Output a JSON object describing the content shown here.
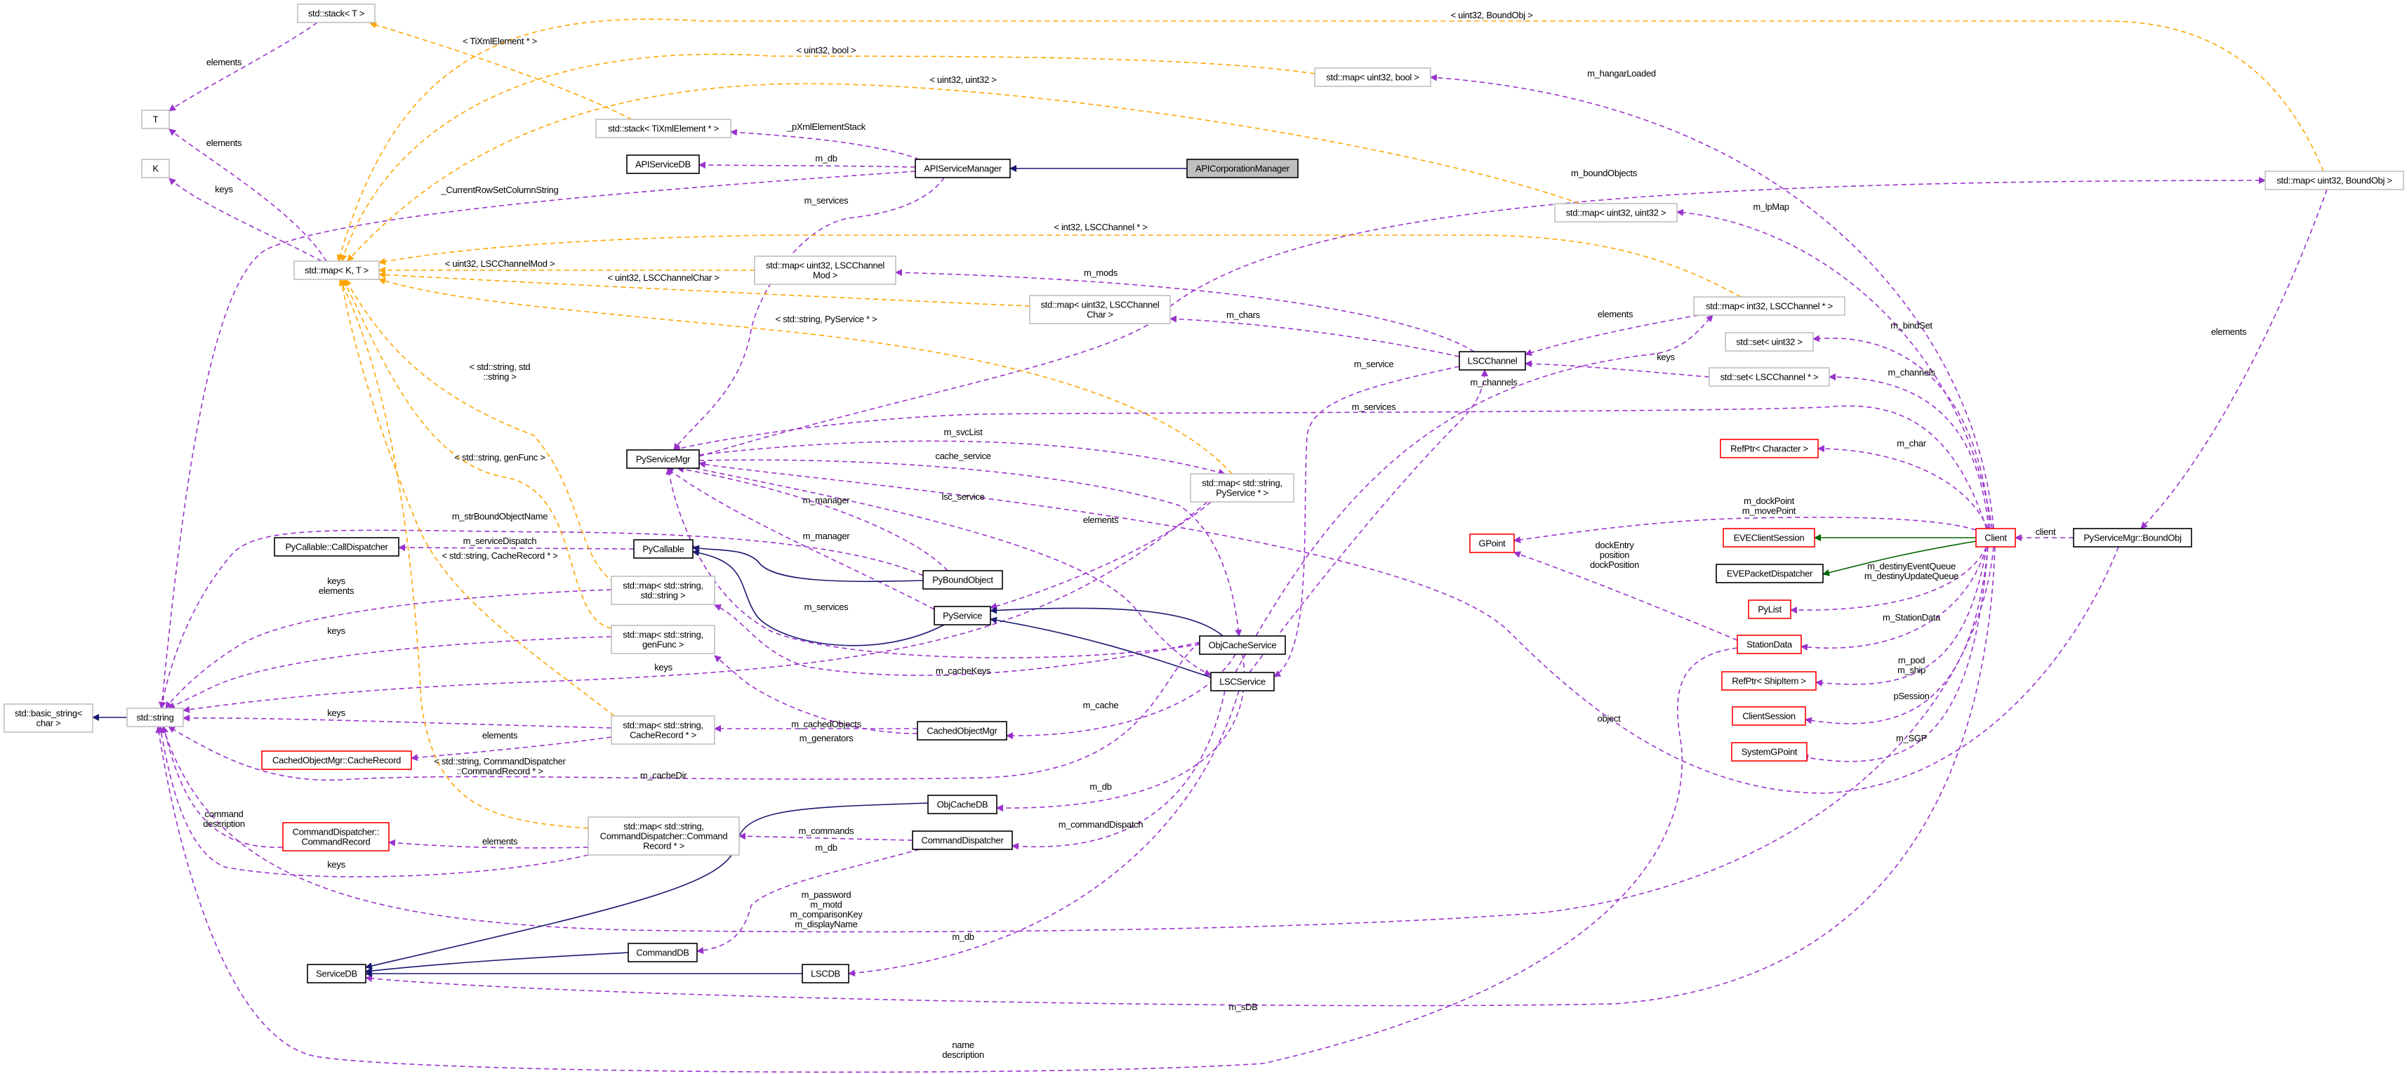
{
  "colors": {
    "usage": "#9a32cd",
    "template": "#ffa500",
    "inherit": "#191970",
    "inherit_green": "#006400",
    "red_border": "#ff0000",
    "template_border": "#bfbfbf",
    "selected_fill": "#bfbfbf"
  },
  "nodes": [
    {
      "id": "stackT",
      "lines": [
        "std::stack< T >"
      ],
      "kind": "template"
    },
    {
      "id": "T",
      "lines": [
        "T"
      ],
      "kind": "template"
    },
    {
      "id": "K",
      "lines": [
        "K"
      ],
      "kind": "template"
    },
    {
      "id": "stackTiXml",
      "lines": [
        "std::stack< TiXmlElement * >"
      ],
      "kind": "template"
    },
    {
      "id": "APIServiceDB",
      "lines": [
        "APIServiceDB"
      ],
      "kind": "normal"
    },
    {
      "id": "mapKT",
      "lines": [
        "std::map< K, T >"
      ],
      "kind": "template"
    },
    {
      "id": "PyServiceMgr",
      "lines": [
        "PyServiceMgr"
      ],
      "kind": "normal"
    },
    {
      "id": "APIServiceManager",
      "lines": [
        "APIServiceManager"
      ],
      "kind": "normal"
    },
    {
      "id": "APICorp",
      "lines": [
        "APICorporationManager"
      ],
      "kind": "selected"
    },
    {
      "id": "mapU32bool",
      "lines": [
        "std::map< uint32, bool >"
      ],
      "kind": "template"
    },
    {
      "id": "mapMod",
      "lines": [
        "std::map< uint32, LSCChannel",
        "Mod >"
      ],
      "kind": "template"
    },
    {
      "id": "mapChar",
      "lines": [
        "std::map< uint32, LSCChannel",
        "Char >"
      ],
      "kind": "template"
    },
    {
      "id": "mapU32U32",
      "lines": [
        "std::map< uint32, uint32 >"
      ],
      "kind": "template"
    },
    {
      "id": "mapBoundObj",
      "lines": [
        "std::map< uint32, BoundObj >"
      ],
      "kind": "template"
    },
    {
      "id": "mapInt32LSC",
      "lines": [
        "std::map< int32, LSCChannel * >"
      ],
      "kind": "template"
    },
    {
      "id": "setU32",
      "lines": [
        "std::set< uint32 >"
      ],
      "kind": "template"
    },
    {
      "id": "setLSC",
      "lines": [
        "std::set< LSCChannel * >"
      ],
      "kind": "template"
    },
    {
      "id": "LSCChannel",
      "lines": [
        "LSCChannel"
      ],
      "kind": "normal"
    },
    {
      "id": "mapPySvc",
      "lines": [
        "std::map< std::string,",
        "PyService * >"
      ],
      "kind": "template"
    },
    {
      "id": "RefPtrChar",
      "lines": [
        "RefPtr< Character >"
      ],
      "kind": "red"
    },
    {
      "id": "Client",
      "lines": [
        "Client"
      ],
      "kind": "red"
    },
    {
      "id": "BoundObj",
      "lines": [
        "PyServiceMgr::BoundObj"
      ],
      "kind": "normal"
    },
    {
      "id": "EVEClientSession",
      "lines": [
        "EVEClientSession"
      ],
      "kind": "red"
    },
    {
      "id": "EVEPacketDispatcher",
      "lines": [
        "EVEPacketDispatcher"
      ],
      "kind": "normal"
    },
    {
      "id": "PyList",
      "lines": [
        "PyList"
      ],
      "kind": "red"
    },
    {
      "id": "StationData",
      "lines": [
        "StationData"
      ],
      "kind": "red"
    },
    {
      "id": "ShipItem",
      "lines": [
        "RefPtr< ShipItem >"
      ],
      "kind": "red"
    },
    {
      "id": "ClientSession",
      "lines": [
        "ClientSession"
      ],
      "kind": "red"
    },
    {
      "id": "SystemGPoint",
      "lines": [
        "SystemGPoint"
      ],
      "kind": "red"
    },
    {
      "id": "GPoint",
      "lines": [
        "GPoint"
      ],
      "kind": "red"
    },
    {
      "id": "PyBoundObject",
      "lines": [
        "PyBoundObject"
      ],
      "kind": "normal"
    },
    {
      "id": "PyService",
      "lines": [
        "PyService"
      ],
      "kind": "normal"
    },
    {
      "id": "ObjCacheService",
      "lines": [
        "ObjCacheService"
      ],
      "kind": "normal"
    },
    {
      "id": "LSCService",
      "lines": [
        "LSCService"
      ],
      "kind": "normal"
    },
    {
      "id": "CachedObjectMgr",
      "lines": [
        "CachedObjectMgr"
      ],
      "kind": "normal"
    },
    {
      "id": "ObjCacheDB",
      "lines": [
        "ObjCacheDB"
      ],
      "kind": "normal"
    },
    {
      "id": "CommandDispatcher",
      "lines": [
        "CommandDispatcher"
      ],
      "kind": "normal"
    },
    {
      "id": "LSCDB",
      "lines": [
        "LSCDB"
      ],
      "kind": "normal"
    },
    {
      "id": "CallDispatcher",
      "lines": [
        "PyCallable::CallDispatcher"
      ],
      "kind": "normal"
    },
    {
      "id": "PyCallable",
      "lines": [
        "PyCallable"
      ],
      "kind": "normal"
    },
    {
      "id": "mapSS",
      "lines": [
        "std::map< std::string,",
        "std::string >"
      ],
      "kind": "template"
    },
    {
      "id": "mapGenFunc",
      "lines": [
        "std::map< std::string,",
        "genFunc >"
      ],
      "kind": "template"
    },
    {
      "id": "basicString",
      "lines": [
        "std::basic_string<",
        "char >"
      ],
      "kind": "template"
    },
    {
      "id": "stdString",
      "lines": [
        "std::string"
      ],
      "kind": "template"
    },
    {
      "id": "mapCacheRec",
      "lines": [
        "std::map< std::string,",
        "CacheRecord * >"
      ],
      "kind": "template"
    },
    {
      "id": "CacheRecord",
      "lines": [
        "CachedObjectMgr::CacheRecord"
      ],
      "kind": "red"
    },
    {
      "id": "CommandRecord",
      "lines": [
        "CommandDispatcher::",
        "CommandRecord"
      ],
      "kind": "red"
    },
    {
      "id": "mapCmdRec",
      "lines": [
        "std::map< std::string,",
        "CommandDispatcher::Command",
        "Record * >"
      ],
      "kind": "template"
    },
    {
      "id": "CommandDB",
      "lines": [
        "CommandDB"
      ],
      "kind": "normal"
    },
    {
      "id": "ServiceDB",
      "lines": [
        "ServiceDB"
      ],
      "kind": "normal"
    }
  ],
  "edges": [
    {
      "id": "e1",
      "from": "stackT",
      "to": "T",
      "kind": "usage",
      "label": [
        "elements"
      ]
    },
    {
      "id": "e2",
      "from": "mapKT",
      "to": "T",
      "kind": "usage",
      "label": [
        "elements"
      ]
    },
    {
      "id": "e3",
      "from": "mapKT",
      "to": "K",
      "kind": "usage",
      "label": [
        "keys"
      ]
    },
    {
      "id": "e4",
      "from": "APIServiceManager",
      "to": "stackTiXml",
      "kind": "usage",
      "label": [
        "_pXmlElementStack"
      ]
    },
    {
      "id": "e5",
      "from": "APIServiceManager",
      "to": "APIServiceDB",
      "kind": "usage",
      "label": [
        "m_db"
      ]
    },
    {
      "id": "e6",
      "from": "APIServiceManager",
      "to": "stdString",
      "kind": "usage",
      "label": [
        "_CurrentRowSetColumnString"
      ]
    },
    {
      "id": "e7",
      "from": "APIServiceManager",
      "to": "PyServiceMgr",
      "kind": "usage",
      "label": [
        "m_services"
      ]
    },
    {
      "id": "e8",
      "from": "Client",
      "to": "mapU32bool",
      "kind": "usage",
      "label": [
        "m_hangarLoaded"
      ]
    },
    {
      "id": "e9",
      "from": "PyServiceMgr",
      "to": "mapBoundObj",
      "kind": "usage",
      "label": [
        "m_boundObjects"
      ]
    },
    {
      "id": "e10",
      "from": "Client",
      "to": "mapU32U32",
      "kind": "usage",
      "label": [
        "m_lpMap"
      ]
    },
    {
      "id": "e11",
      "from": "mapInt32LSC",
      "to": "LSCChannel",
      "kind": "usage",
      "label": [
        "elements"
      ]
    },
    {
      "id": "e12",
      "from": "LSCService",
      "to": "mapInt32LSC",
      "kind": "usage",
      "label": [
        "keys"
      ]
    },
    {
      "id": "e13",
      "from": "setLSC",
      "to": "LSCChannel",
      "kind": "usage",
      "label": []
    },
    {
      "id": "e14",
      "from": "Client",
      "to": "setU32",
      "kind": "usage",
      "label": [
        "m_bindSet"
      ]
    },
    {
      "id": "e15",
      "from": "Client",
      "to": "setLSC",
      "kind": "usage",
      "label": [
        "m_channels"
      ]
    },
    {
      "id": "e16",
      "from": "Client",
      "to": "PyServiceMgr",
      "kind": "usage",
      "label": [
        "m_services"
      ]
    },
    {
      "id": "e17",
      "from": "Client",
      "to": "RefPtrChar",
      "kind": "usage",
      "label": [
        "m_char"
      ]
    },
    {
      "id": "e18",
      "from": "Client",
      "to": "GPoint",
      "kind": "usage",
      "label": [
        "m_dockPoint",
        "m_movePoint"
      ]
    },
    {
      "id": "e19",
      "from": "BoundObj",
      "to": "Client",
      "kind": "usage",
      "label": [
        "client"
      ]
    },
    {
      "id": "e20",
      "from": "mapBoundObj",
      "to": "BoundObj",
      "kind": "usage",
      "label": [
        "elements"
      ]
    },
    {
      "id": "e21",
      "from": "Client",
      "to": "PyList",
      "kind": "usage",
      "label": [
        "m_destinyEventQueue",
        "m_destinyUpdateQueue"
      ]
    },
    {
      "id": "e22",
      "from": "Client",
      "to": "StationData",
      "kind": "usage",
      "label": [
        "m_StationData"
      ]
    },
    {
      "id": "e23",
      "from": "Client",
      "to": "ShipItem",
      "kind": "usage",
      "label": [
        "m_pod",
        "m_ship"
      ]
    },
    {
      "id": "e24",
      "from": "Client",
      "to": "ClientSession",
      "kind": "usage",
      "label": [
        "pSession"
      ]
    },
    {
      "id": "e25",
      "from": "Client",
      "to": "SystemGPoint",
      "kind": "usage",
      "label": [
        "m_SGP"
      ]
    },
    {
      "id": "e26",
      "from": "StationData",
      "to": "GPoint",
      "kind": "usage",
      "label": [
        "dockEntry",
        "position",
        "dockPosition"
      ]
    },
    {
      "id": "e27",
      "from": "StationData",
      "to": "stdString",
      "kind": "usage",
      "label": [
        "name",
        "description"
      ]
    },
    {
      "id": "e28",
      "from": "Client",
      "to": "stdString",
      "kind": "usage",
      "label": [
        "m_password",
        "m_motd",
        "m_comparisonKey",
        "m_displayName"
      ]
    },
    {
      "id": "e29",
      "from": "Client",
      "to": "ServiceDB",
      "kind": "usage",
      "label": [
        "m_sDB"
      ]
    },
    {
      "id": "e30",
      "from": "BoundObj",
      "to": "PyServiceMgr",
      "kind": "usage",
      "label": [
        "object"
      ]
    },
    {
      "id": "e31",
      "from": "PyServiceMgr",
      "to": "mapPySvc",
      "kind": "usage",
      "label": [
        "m_svcList"
      ]
    },
    {
      "id": "e32",
      "from": "PyServiceMgr",
      "to": "ObjCacheService",
      "kind": "usage",
      "label": [
        "cache_service"
      ]
    },
    {
      "id": "e33",
      "from": "PyServiceMgr",
      "to": "LSCService",
      "kind": "usage",
      "label": [
        "lsc_service"
      ]
    },
    {
      "id": "e34",
      "from": "PyBoundObject",
      "to": "PyServiceMgr",
      "kind": "usage",
      "label": [
        "m_manager"
      ]
    },
    {
      "id": "e35",
      "from": "PyService",
      "to": "PyServiceMgr",
      "kind": "usage",
      "label": [
        "m_manager"
      ]
    },
    {
      "id": "e36",
      "from": "mapPySvc",
      "to": "PyService",
      "kind": "usage",
      "label": [
        "elements"
      ]
    },
    {
      "id": "e37",
      "from": "PyBoundObject",
      "to": "stdString",
      "kind": "usage",
      "label": [
        "m_strBoundObjectName"
      ]
    },
    {
      "id": "e38",
      "from": "PyCallable",
      "to": "CallDispatcher",
      "kind": "usage",
      "label": [
        "m_serviceDispatch"
      ]
    },
    {
      "id": "e39",
      "from": "mapSS",
      "to": "stdString",
      "kind": "usage",
      "label": [
        "keys",
        "elements"
      ]
    },
    {
      "id": "e40",
      "from": "mapGenFunc",
      "to": "stdString",
      "kind": "usage",
      "label": [
        "keys"
      ]
    },
    {
      "id": "e41",
      "from": "mapPySvc",
      "to": "stdString",
      "kind": "usage",
      "label": [
        "keys"
      ]
    },
    {
      "id": "e42",
      "from": "mapCacheRec",
      "to": "stdString",
      "kind": "usage",
      "label": [
        "keys"
      ]
    },
    {
      "id": "e43",
      "from": "mapCacheRec",
      "to": "CacheRecord",
      "kind": "usage",
      "label": [
        "elements"
      ]
    },
    {
      "id": "e44",
      "from": "ObjCacheService",
      "to": "stdString",
      "kind": "usage",
      "label": [
        "m_cacheDir"
      ]
    },
    {
      "id": "e45",
      "from": "CommandRecord",
      "to": "stdString",
      "kind": "usage",
      "label": [
        "command",
        "description"
      ]
    },
    {
      "id": "e46",
      "from": "mapCmdRec",
      "to": "CommandRecord",
      "kind": "usage",
      "label": [
        "elements"
      ]
    },
    {
      "id": "e47",
      "from": "mapCmdRec",
      "to": "stdString",
      "kind": "usage",
      "label": [
        "keys"
      ]
    },
    {
      "id": "e48",
      "from": "ObjCacheService",
      "to": "PyServiceMgr",
      "kind": "usage",
      "label": [
        "m_services"
      ]
    },
    {
      "id": "e49",
      "from": "ObjCacheService",
      "to": "mapSS",
      "kind": "usage",
      "label": [
        "m_cacheKeys"
      ]
    },
    {
      "id": "e50",
      "from": "CachedObjectMgr",
      "to": "mapGenFunc",
      "kind": "usage",
      "label": [
        "m_generators"
      ]
    },
    {
      "id": "e51",
      "from": "CachedObjectMgr",
      "to": "mapCacheRec",
      "kind": "usage",
      "label": [
        "m_cachedObjects"
      ]
    },
    {
      "id": "e52",
      "from": "ObjCacheService",
      "to": "CachedObjectMgr",
      "kind": "usage",
      "label": [
        "m_cache"
      ]
    },
    {
      "id": "e53",
      "from": "ObjCacheService",
      "to": "ObjCacheDB",
      "kind": "usage",
      "label": [
        "m_db"
      ]
    },
    {
      "id": "e54",
      "from": "LSCService",
      "to": "CommandDispatcher",
      "kind": "usage",
      "label": [
        "m_commandDispatch"
      ]
    },
    {
      "id": "e55",
      "from": "CommandDispatcher",
      "to": "mapCmdRec",
      "kind": "usage",
      "label": [
        "m_commands"
      ]
    },
    {
      "id": "e56",
      "from": "CommandDispatcher",
      "to": "CommandDB",
      "kind": "usage",
      "label": [
        "m_db"
      ]
    },
    {
      "id": "e57",
      "from": "LSCService",
      "to": "LSCDB",
      "kind": "usage",
      "label": [
        "m_db"
      ]
    },
    {
      "id": "e58",
      "from": "LSCChannel",
      "to": "LSCService",
      "kind": "usage",
      "label": [
        "m_service"
      ]
    },
    {
      "id": "e59",
      "from": "LSCChannel",
      "to": "mapMod",
      "kind": "usage",
      "label": [
        "m_mods"
      ]
    },
    {
      "id": "e60",
      "from": "LSCChannel",
      "to": "mapChar",
      "kind": "usage",
      "label": [
        "m_chars"
      ]
    },
    {
      "id": "e61",
      "from": "LSCService",
      "to": "LSCChannel",
      "kind": "usage",
      "label": [
        "m_channels"
      ]
    },
    {
      "id": "o1",
      "from": "stackTiXml",
      "to": "stackT",
      "kind": "template",
      "label": [
        "< TiXmlElement * >"
      ]
    },
    {
      "id": "o2",
      "from": "mapBoundObj",
      "to": "mapKT",
      "kind": "template",
      "label": [
        "< uint32, BoundObj >"
      ]
    },
    {
      "id": "o3",
      "from": "mapU32bool",
      "to": "mapKT",
      "kind": "template",
      "label": [
        "< uint32, bool >"
      ]
    },
    {
      "id": "o4",
      "from": "mapU32U32",
      "to": "mapKT",
      "kind": "template",
      "label": [
        "< uint32, uint32 >"
      ]
    },
    {
      "id": "o5",
      "from": "mapInt32LSC",
      "to": "mapKT",
      "kind": "template",
      "label": [
        "< int32, LSCChannel * >"
      ]
    },
    {
      "id": "o6",
      "from": "mapMod",
      "to": "mapKT",
      "kind": "template",
      "label": [
        "< uint32, LSCChannelMod >"
      ]
    },
    {
      "id": "o7",
      "from": "mapChar",
      "to": "mapKT",
      "kind": "template",
      "label": [
        "< uint32, LSCChannelChar >"
      ]
    },
    {
      "id": "o8",
      "from": "mapPySvc",
      "to": "mapKT",
      "kind": "template",
      "label": [
        "< std::string, PyService * >"
      ]
    },
    {
      "id": "o9",
      "from": "mapSS",
      "to": "mapKT",
      "kind": "template",
      "label": [
        "< std::string, std",
        "::string >"
      ]
    },
    {
      "id": "o10",
      "from": "mapGenFunc",
      "to": "mapKT",
      "kind": "template",
      "label": [
        "< std::string, genFunc >"
      ]
    },
    {
      "id": "o11",
      "from": "mapCacheRec",
      "to": "mapKT",
      "kind": "template",
      "label": [
        "< std::string, CacheRecord * >"
      ]
    },
    {
      "id": "o12",
      "from": "mapCmdRec",
      "to": "mapKT",
      "kind": "template",
      "label": [
        "< std::string, CommandDispatcher",
        "::CommandRecord * >"
      ]
    },
    {
      "id": "n1",
      "from": "APICorp",
      "to": "APIServiceManager",
      "kind": "inherit",
      "label": []
    },
    {
      "id": "n2",
      "from": "stdString",
      "to": "basicString",
      "kind": "inherit",
      "label": []
    },
    {
      "id": "n3",
      "from": "PyBoundObject",
      "to": "PyCallable",
      "kind": "inherit",
      "label": []
    },
    {
      "id": "n4",
      "from": "PyService",
      "to": "PyCallable",
      "kind": "inherit",
      "label": []
    },
    {
      "id": "n5",
      "from": "ObjCacheService",
      "to": "PyService",
      "kind": "inherit",
      "label": []
    },
    {
      "id": "n6",
      "from": "LSCService",
      "to": "PyService",
      "kind": "inherit",
      "label": []
    },
    {
      "id": "n7",
      "from": "ObjCacheDB",
      "to": "ServiceDB",
      "kind": "inherit",
      "label": []
    },
    {
      "id": "n8",
      "from": "CommandDB",
      "to": "ServiceDB",
      "kind": "inherit",
      "label": []
    },
    {
      "id": "n9",
      "from": "LSCDB",
      "to": "ServiceDB",
      "kind": "inherit",
      "label": []
    },
    {
      "id": "g1",
      "from": "Client",
      "to": "EVEClientSession",
      "kind": "inherit-green",
      "label": []
    },
    {
      "id": "g2",
      "from": "Client",
      "to": "EVEPacketDispatcher",
      "kind": "inherit-green",
      "label": []
    }
  ]
}
